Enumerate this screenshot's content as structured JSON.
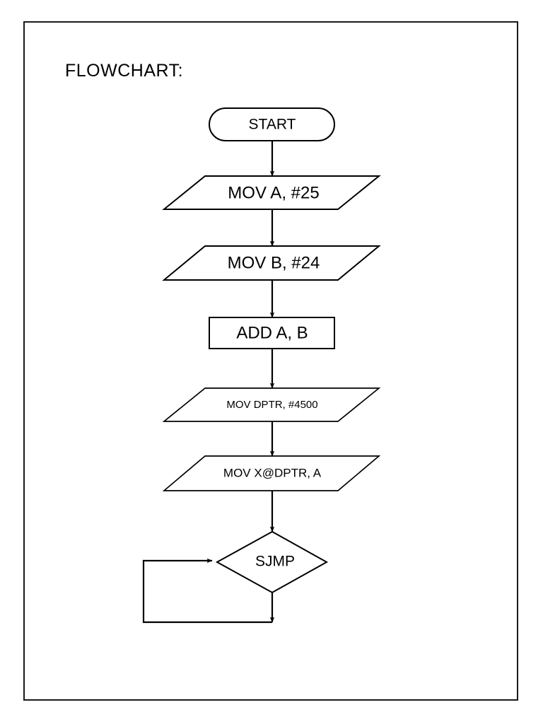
{
  "page": {
    "title": "FLOWCHART:",
    "background_color": "#ffffff",
    "border_color": "#1a1a1a",
    "line_color": "#000000"
  },
  "chart_data": {
    "type": "diagram",
    "diagram_kind": "flowchart",
    "title": "FLOWCHART:",
    "orientation": "top-to-bottom",
    "nodes": [
      {
        "id": "start",
        "shape": "terminator",
        "label": "START"
      },
      {
        "id": "mov_a",
        "shape": "parallelogram",
        "label": "MOV   A, #25"
      },
      {
        "id": "mov_b",
        "shape": "parallelogram",
        "label": "MOV   B, #24"
      },
      {
        "id": "add_ab",
        "shape": "rectangle",
        "label": "ADD   A, B"
      },
      {
        "id": "mov_dptr",
        "shape": "parallelogram",
        "label": "MOV   DPTR, #4500"
      },
      {
        "id": "movx",
        "shape": "parallelogram",
        "label": "MOV   X@DPTR, A"
      },
      {
        "id": "sjmp",
        "shape": "diamond",
        "label": "SJMP"
      }
    ],
    "edges": [
      {
        "from": "start",
        "to": "mov_a",
        "label": ""
      },
      {
        "from": "mov_a",
        "to": "mov_b",
        "label": ""
      },
      {
        "from": "mov_b",
        "to": "add_ab",
        "label": ""
      },
      {
        "from": "add_ab",
        "to": "mov_dptr",
        "label": ""
      },
      {
        "from": "mov_dptr",
        "to": "movx",
        "label": ""
      },
      {
        "from": "movx",
        "to": "sjmp",
        "label": ""
      },
      {
        "from": "sjmp",
        "to": "sjmp",
        "label": "",
        "kind": "loop-back"
      }
    ]
  }
}
